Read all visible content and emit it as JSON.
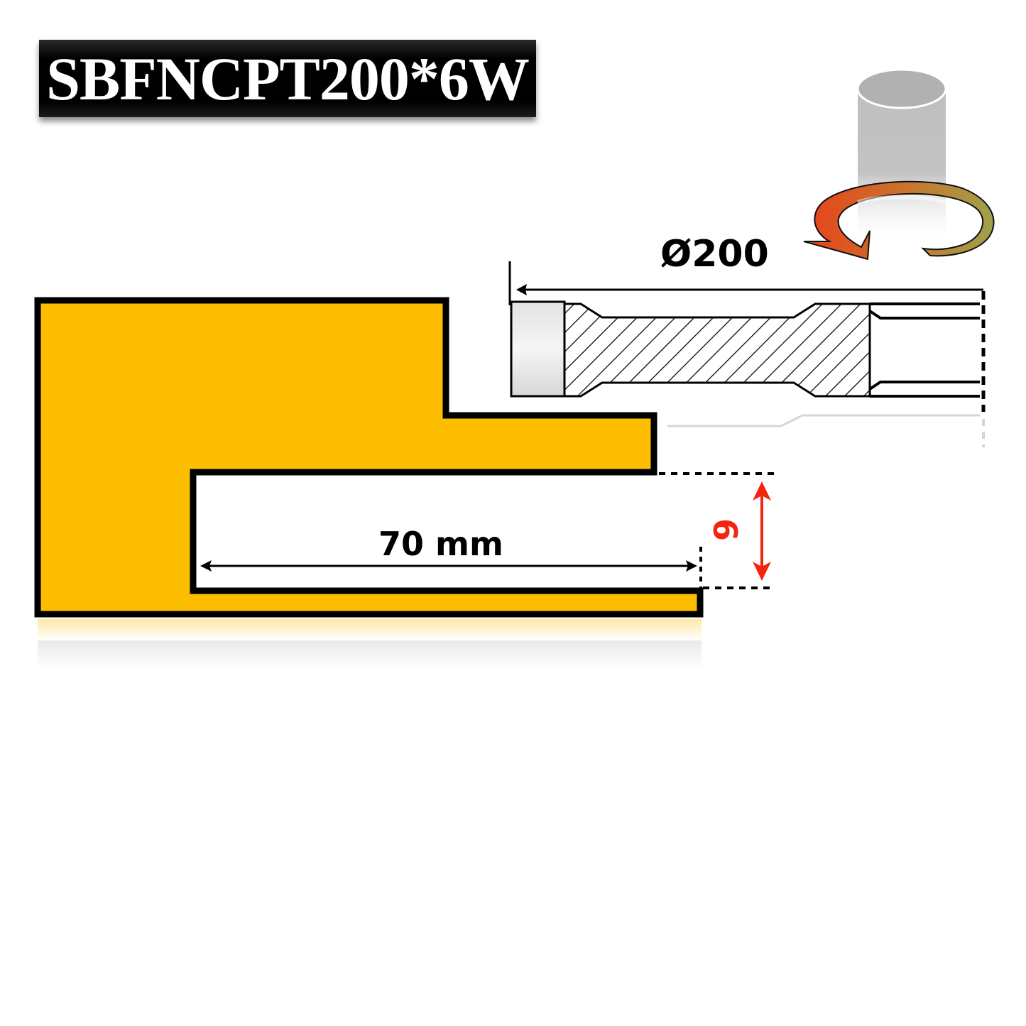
{
  "title": {
    "text": "SBFNCPT200*6W"
  },
  "dimensions": {
    "diameter": "Ø200",
    "cut_width": "70 mm",
    "cut_depth": "6"
  },
  "icons": {
    "rotation": "rotation-arrow-icon",
    "spindle": "cylinder-spindle-icon"
  },
  "colors": {
    "profile_fill": "#FDBE00",
    "outline": "#000000",
    "depth_arrow": "#F5240F",
    "rotation_start": "#E8421A",
    "rotation_end": "#9EA24A",
    "title_bg": "#000000",
    "title_text": "#FFFFFF"
  }
}
